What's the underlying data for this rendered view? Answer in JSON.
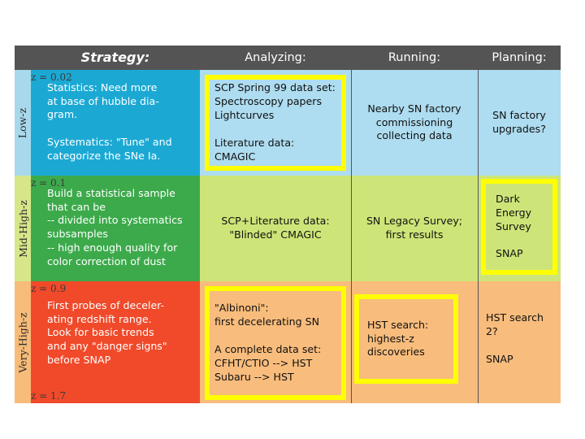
{
  "slide": {
    "background": "#ffffff",
    "header_bg": "#545454",
    "highlight_color": "#FFFF00"
  },
  "header": {
    "strategy_label": "Strategy:",
    "columns": [
      {
        "label": "Analyzing:"
      },
      {
        "label": "Running:"
      },
      {
        "label": "Planning:"
      }
    ]
  },
  "redshift_ticks": [
    {
      "label": "z = 0.02"
    },
    {
      "label": "z = 0.1"
    },
    {
      "label": "z = 0.9"
    },
    {
      "label": "z = 1.7"
    }
  ],
  "rows": [
    {
      "rail_label": "Low-z",
      "rail_color": "#A8D8EC",
      "strategy_color": "#1BA9D4",
      "area_color": "#AEDCF0",
      "strategy_text": "Statistics:  Need more\nat base of hubble dia-\ngram.\n\nSystematics: \"Tune\" and\ncategorize the SNe Ia.",
      "cells": [
        {
          "column": "Analyzing",
          "text": "SCP Spring 99 data set:\n   Spectroscopy papers\n   Lightcurves\n\nLiterature data:\n   CMAGIC",
          "boxed": true,
          "align": "left"
        },
        {
          "column": "Running",
          "text": "Nearby SN factory\ncommissioning\ncollecting data",
          "boxed": false,
          "align": "center"
        },
        {
          "column": "Planning",
          "text": "SN factory\nupgrades?",
          "boxed": false,
          "align": "center"
        }
      ]
    },
    {
      "rail_label": "Mid-High-z",
      "rail_color": "#D6E78A",
      "strategy_color": "#3CAA4B",
      "area_color": "#CDE578",
      "strategy_text": "Build a statistical sample\nthat can be\n-- divided into systematics\nsubsamples\n-- high enough quality for\ncolor correction of dust",
      "cells": [
        {
          "column": "Analyzing",
          "text": "SCP+Literature data:\n\"Blinded\" CMAGIC",
          "boxed": false,
          "align": "center"
        },
        {
          "column": "Running",
          "text": "SN Legacy Survey;\nfirst results",
          "boxed": false,
          "align": "center"
        },
        {
          "column": "Planning",
          "text": "Dark Energy\nSurvey\n\nSNAP",
          "boxed": true,
          "align": "left"
        }
      ]
    },
    {
      "rail_label": "Very-High-z",
      "rail_color": "#F7BC79",
      "strategy_color": "#F04A2A",
      "area_color": "#F8BC7C",
      "strategy_text": "First probes of deceler-\nating redshift range.\nLook for basic trends\nand any \"danger signs\"\nbefore SNAP",
      "cells": [
        {
          "column": "Analyzing",
          "text": "\"Albinoni\":\n  first decelerating SN\n\nA complete data set:\n   CFHT/CTIO -->  HST\n   Subaru -->  HST",
          "boxed": true,
          "align": "left"
        },
        {
          "column": "Running",
          "text": "HST search:\n highest-z\n discoveries",
          "boxed": true,
          "align": "left"
        },
        {
          "column": "Planning",
          "text": "HST search 2?\n\nSNAP",
          "boxed": false,
          "align": "left"
        }
      ]
    }
  ]
}
